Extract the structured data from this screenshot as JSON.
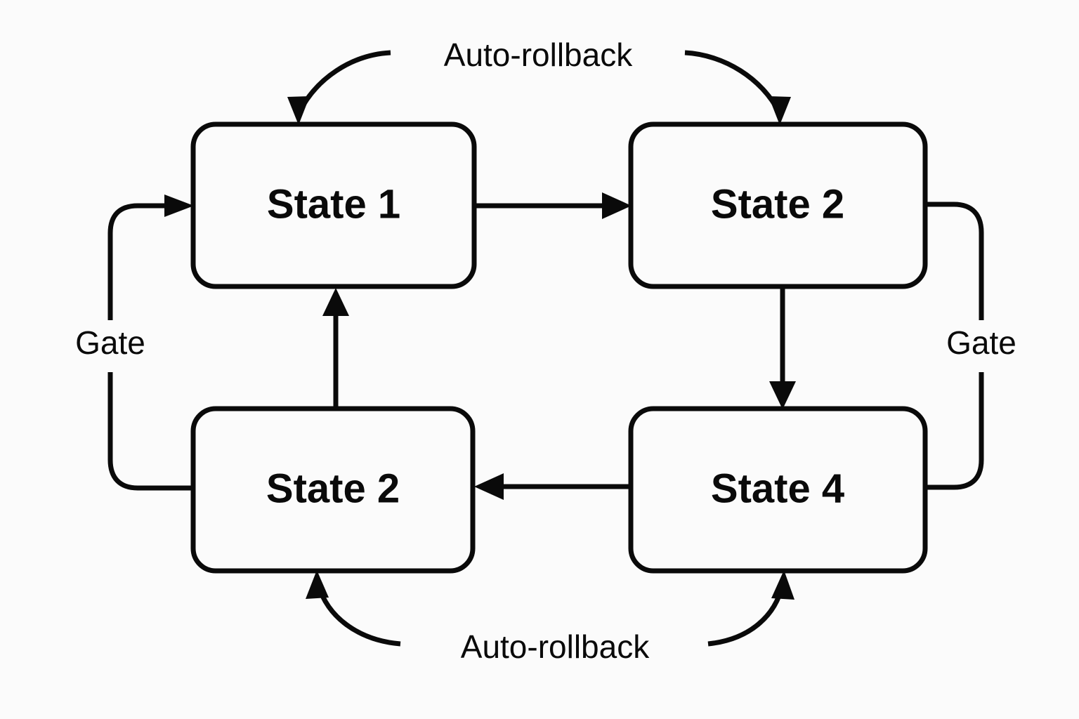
{
  "diagram": {
    "type": "state-transition-diagram",
    "background_color": "#fbfbfb",
    "stroke_color": "#0a0a0a",
    "nodes": [
      {
        "id": "n1",
        "label": "State 1",
        "position": "top-left"
      },
      {
        "id": "n2",
        "label": "State 2",
        "position": "top-right"
      },
      {
        "id": "n3",
        "label": "State 2",
        "position": "bottom-left"
      },
      {
        "id": "n4",
        "label": "State 4",
        "position": "bottom-right"
      }
    ],
    "edges": [
      {
        "id": "e1",
        "from": "n1",
        "to": "n2",
        "label": "",
        "style": "straight-horizontal",
        "arrow": "end"
      },
      {
        "id": "e2",
        "from": "n2",
        "to": "n4",
        "label": "",
        "style": "straight-vertical",
        "arrow": "end"
      },
      {
        "id": "e3",
        "from": "n4",
        "to": "n3",
        "label": "",
        "style": "straight-horizontal",
        "arrow": "end"
      },
      {
        "id": "e4",
        "from": "n3",
        "to": "n1",
        "label": "",
        "style": "straight-vertical",
        "arrow": "end"
      },
      {
        "id": "e5",
        "from": "n3",
        "to": "n1",
        "label": "Gate",
        "style": "left-loop",
        "arrow": "end"
      },
      {
        "id": "e6",
        "from": "n2",
        "to": "n4",
        "label": "Gate",
        "style": "right-loop",
        "arrow": "none"
      },
      {
        "id": "e7",
        "from": "n1",
        "to": "n2",
        "label": "Auto-rollback",
        "style": "top-arc",
        "arrow": "both"
      },
      {
        "id": "e8",
        "from": "n3",
        "to": "n4",
        "label": "Auto-rollback",
        "style": "bottom-arc",
        "arrow": "both"
      }
    ],
    "labels": {
      "gate_left": "Gate",
      "gate_right": "Gate",
      "auto_rollback_top": "Auto-rollback",
      "auto_rollback_bottom": "Auto-rollback"
    }
  }
}
